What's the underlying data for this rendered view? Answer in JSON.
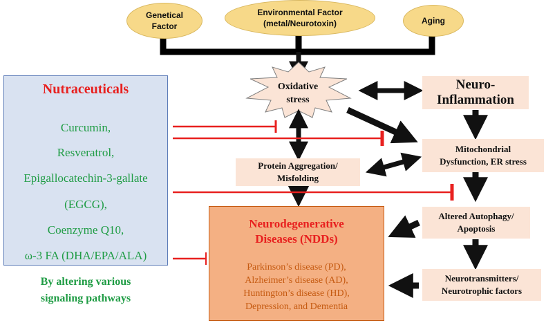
{
  "factors": {
    "genetical": "Genetical Factor",
    "environmental": "Environmental Factor (metal/Neurotoxin)",
    "aging": "Aging"
  },
  "nodes": {
    "oxidative_stress": "Oxidative stress",
    "neuro_inflammation": "Neuro-Inflammation",
    "mitochondrial": "Mitochondrial Dysfunction, ER stress",
    "protein_aggregation": "Protein Aggregation/ Misfolding",
    "autophagy": "Altered Autophagy/ Apoptosis",
    "neurotransmitters": "Neurotransmitters/ Neurotrophic factors"
  },
  "nutraceuticals": {
    "title": "Nutraceuticals",
    "items": [
      "Curcumin,",
      "Resveratrol,",
      "Epigallocatechin-3-gallate",
      "(EGCG),",
      "Coenzyme Q10,",
      "ω-3 FA (DHA/EPA/ALA)"
    ],
    "note": "By altering various signaling pathways"
  },
  "ndd": {
    "title": "Neurodegenerative Diseases (NDDs)",
    "diseases": [
      "Parkinson’s disease (PD),",
      "Alzheimer’s disease (AD),",
      "Huntington’s disease (HD),",
      "Depression, and Dementia"
    ]
  },
  "colors": {
    "factor_fill": "#f7d989",
    "node_fill": "#fbe4d6",
    "nutraceutical_fill": "#d9e2f1",
    "ndd_fill": "#f4b083",
    "inhibit_line": "#e8201f",
    "green_text": "#1f9c44",
    "arrow": "#111111"
  }
}
